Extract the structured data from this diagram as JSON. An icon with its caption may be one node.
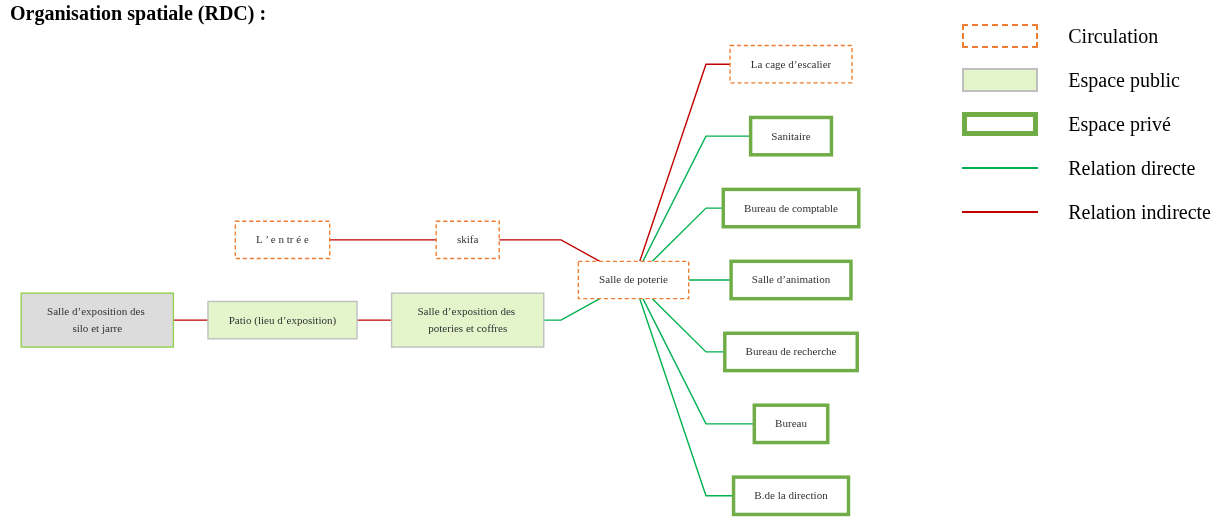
{
  "diagram": {
    "title": "Organisation spatiale (RDC) :",
    "nodes": [
      {
        "text": [
          "L ’ e n tr é e"
        ]
      },
      {
        "text": [
          "Salle d’exposition des silo et jarre"
        ]
      },
      {
        "text": [
          "Patio (lieu d’exposition)"
        ]
      },
      {
        "text": [
          "Salle d’exposition des poteries et coffres"
        ]
      },
      {
        "text": [
          "skifa"
        ]
      },
      {
        "text": [
          "Salle de poterie"
        ]
      },
      {
        "text": [
          "La cage d’escalier"
        ]
      },
      {
        "text": [
          "Sanitaire"
        ]
      },
      {
        "text": [
          "Salle d’animation"
        ]
      },
      {
        "text": [
          "Bureau"
        ]
      },
      {
        "text": [
          "Bureau de comptable"
        ]
      },
      {
        "text": [
          "Bureau de recherche"
        ]
      },
      {
        "text": [
          "B.de la direction"
        ]
      }
    ],
    "edges": [
      {
        "from": 0,
        "to": 4,
        "arrow": "none",
        "color": "#c00000"
      },
      {
        "from": 4,
        "to": 5,
        "arrow": "none",
        "color": "#c00000"
      },
      {
        "from": 5,
        "to": 6,
        "arrow": "none",
        "color": "#c00000"
      },
      {
        "from": 1,
        "to": 2,
        "arrow": "none",
        "color": "#c00000"
      },
      {
        "from": 2,
        "to": 3,
        "arrow": "none",
        "color": "#c00000"
      },
      {
        "from": 3,
        "to": 5,
        "arrow": "none"
      },
      {
        "from": 5,
        "to": 7,
        "arrow": "none"
      },
      {
        "from": 5,
        "to": 10,
        "arrow": "none"
      },
      {
        "from": 5,
        "to": 8,
        "arrow": "none"
      },
      {
        "from": 5,
        "to": 11,
        "arrow": "none"
      },
      {
        "from": 5,
        "to": 9,
        "arrow": "none"
      },
      {
        "from": 5,
        "to": 12,
        "arrow": "none"
      }
    ],
    "legend": [
      {
        "text": "Circulation"
      },
      {
        "text": "Espace public",
        "color": "#e4f5cc"
      },
      {
        "text": "Espace privé"
      },
      {
        "text": "Relation directe"
      },
      {
        "text": "Relation indirecte"
      }
    ]
  }
}
